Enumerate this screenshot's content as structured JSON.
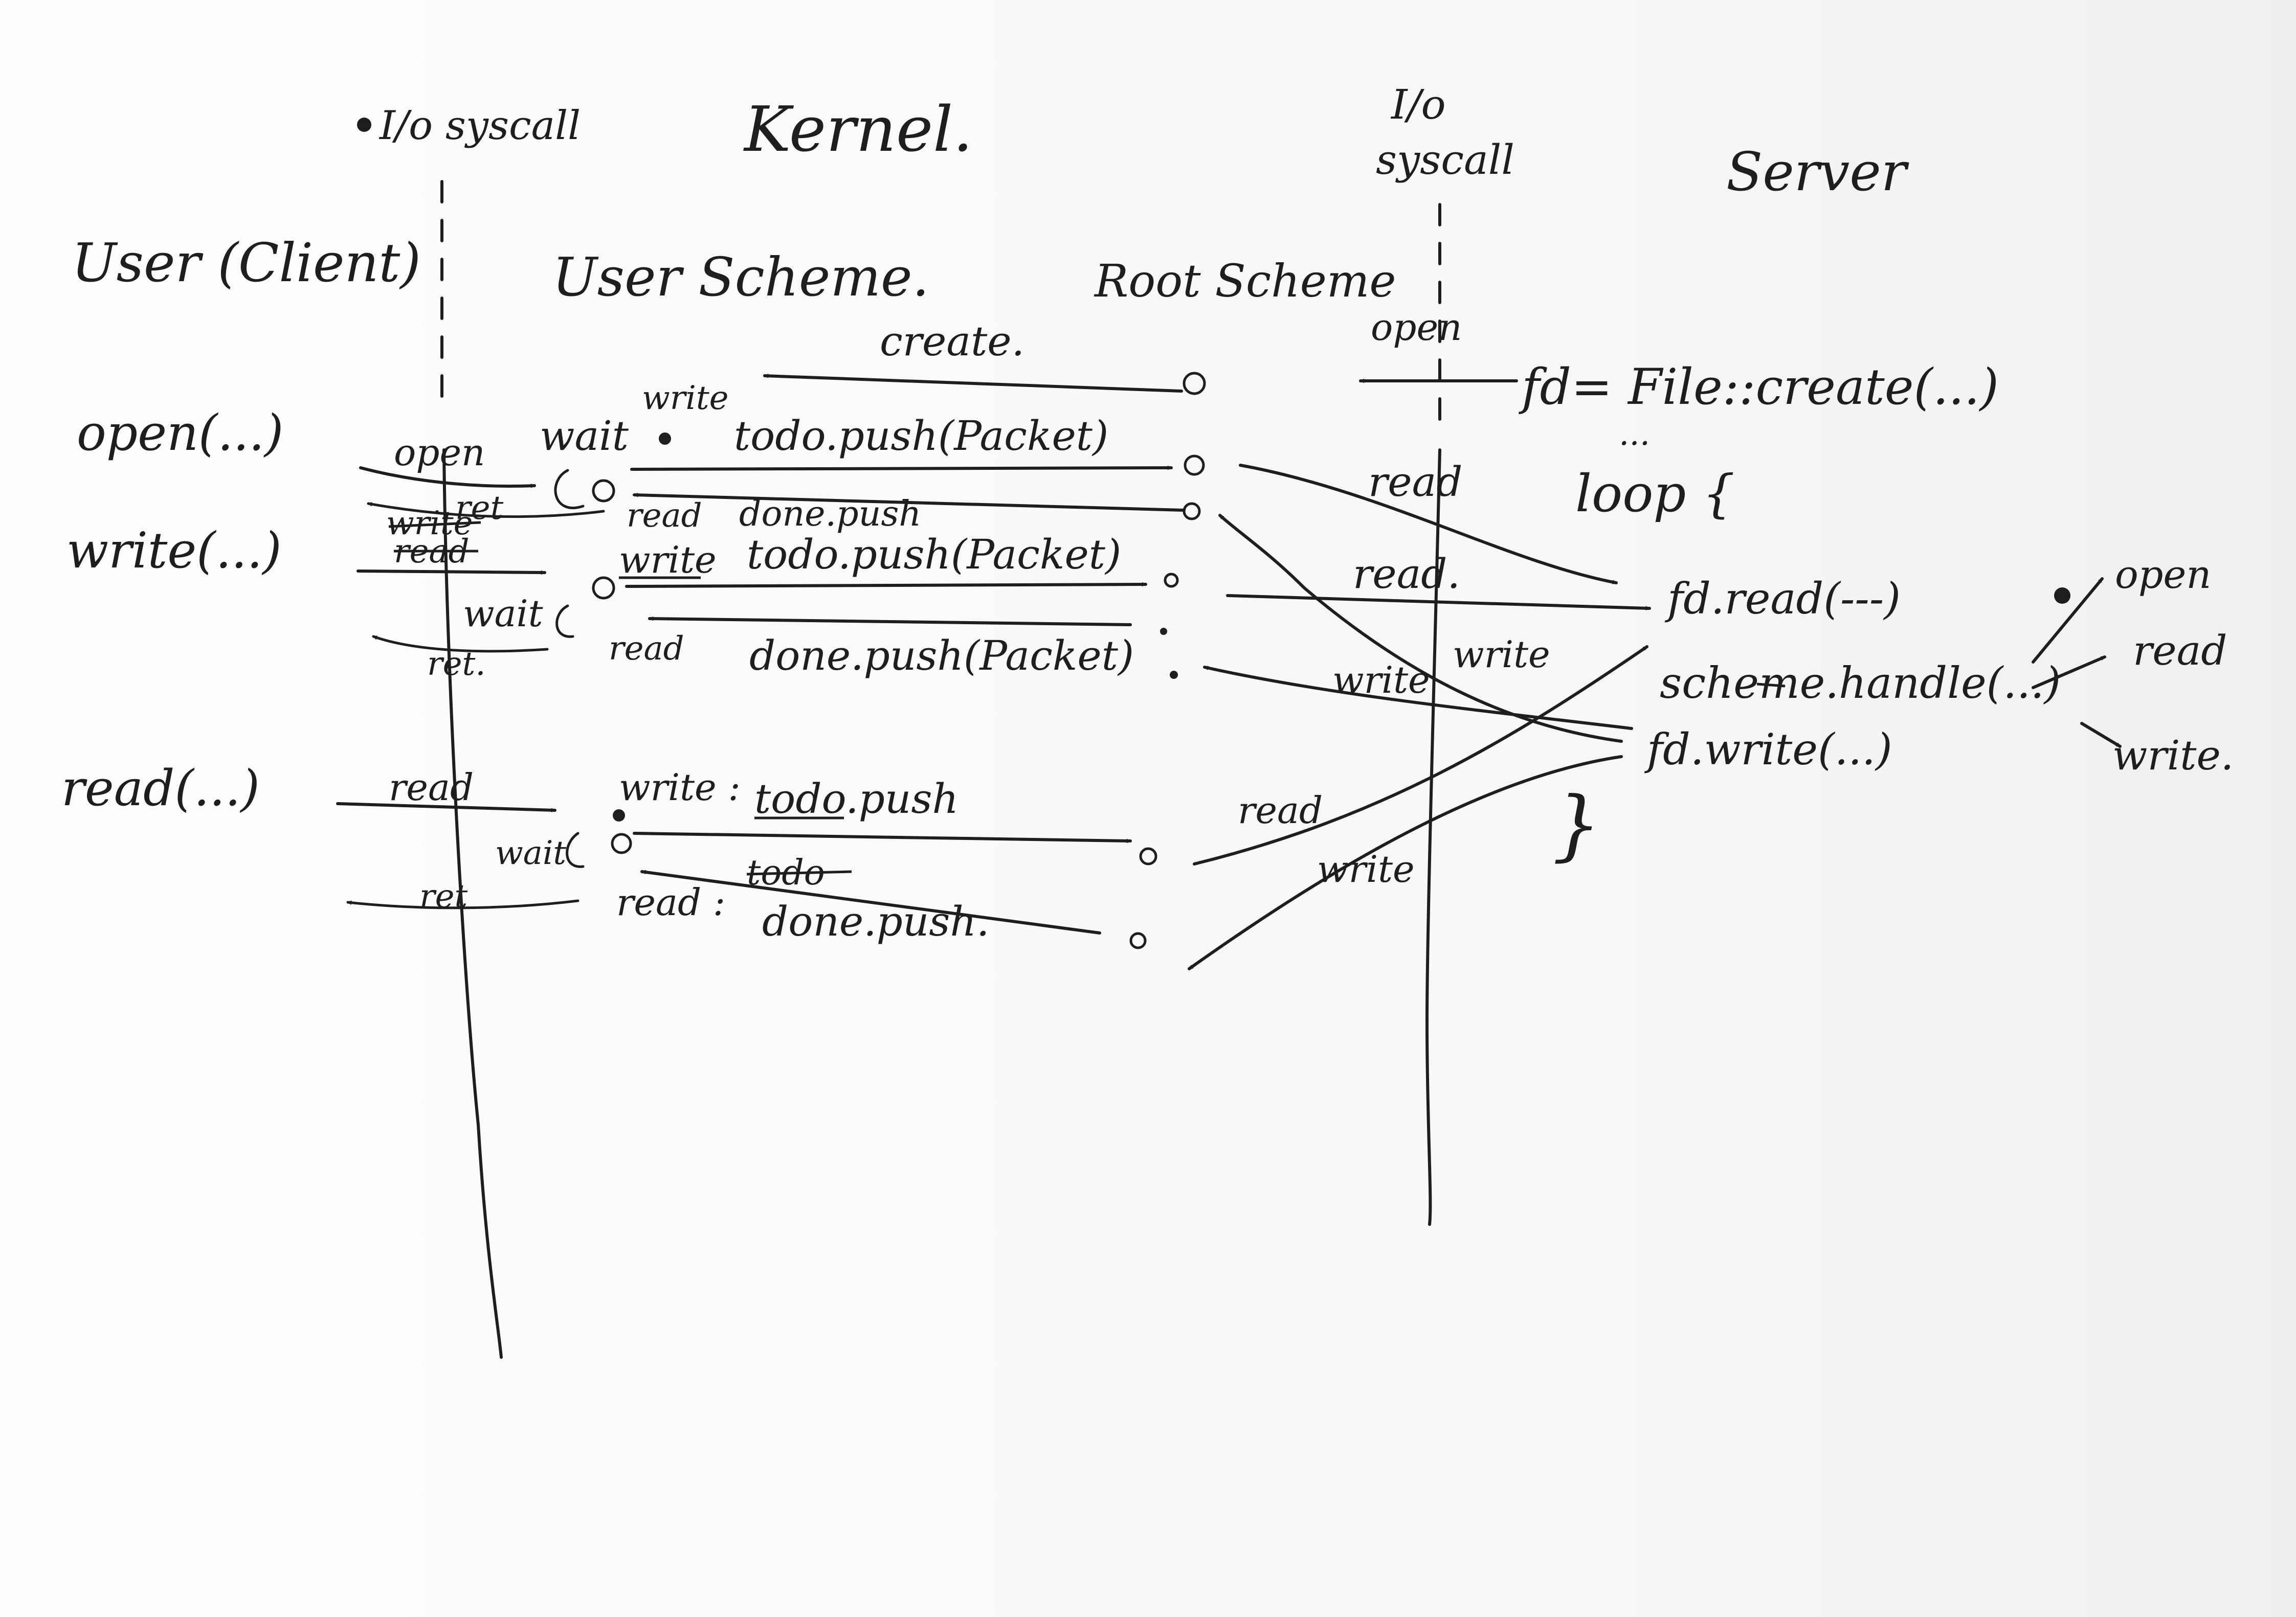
{
  "columns": {
    "client": "User (Client)",
    "syscall_left": "I/o syscall",
    "kernel": "Kernel.",
    "user_scheme": "User Scheme.",
    "root_scheme": "Root Scheme",
    "syscall_right_1": "I/o",
    "syscall_right_2": "syscall",
    "server": "Server"
  },
  "client_calls": {
    "open": "open(...)",
    "write": "write(...)",
    "read": "read(...)"
  },
  "edge_labels": {
    "create": "create.",
    "open_right": "open",
    "open_left": "open",
    "ret1": "ret",
    "write_struck": "write",
    "read_struck": "read",
    "ret2": "ret.",
    "read_call": "read",
    "ret3": "ret",
    "wait1": "wait",
    "wait2": "wait",
    "wait3": "wait",
    "write1": "write",
    "read1": "read",
    "write2": "write",
    "read2": "read",
    "write3": "write :",
    "read3": "read :",
    "todo_push_packet_1": "todo.push(Packet)",
    "done_push_1": "done.push",
    "todo_push_packet_2": "todo.push(Packet)",
    "done_push_packet_2": "done.push(Packet)",
    "todo_push_3": "todo.push",
    "todo_struck": "todo",
    "done_push_3": "done.push.",
    "read_a": "read",
    "read_b": "read.",
    "write_a": "write",
    "write_b": "write",
    "read_c": "read",
    "write_c": "write",
    "dots": "...",
    "open_out": "open",
    "read_out": "read",
    "write_out": "write."
  },
  "server_code": {
    "fd_create": "fd= File::create(...)",
    "loop": "loop {",
    "fd_read": "fd.read(---)",
    "scheme_handle": "scheme.handle(...)",
    "fd_write": "fd.write(...)",
    "close": "}"
  }
}
